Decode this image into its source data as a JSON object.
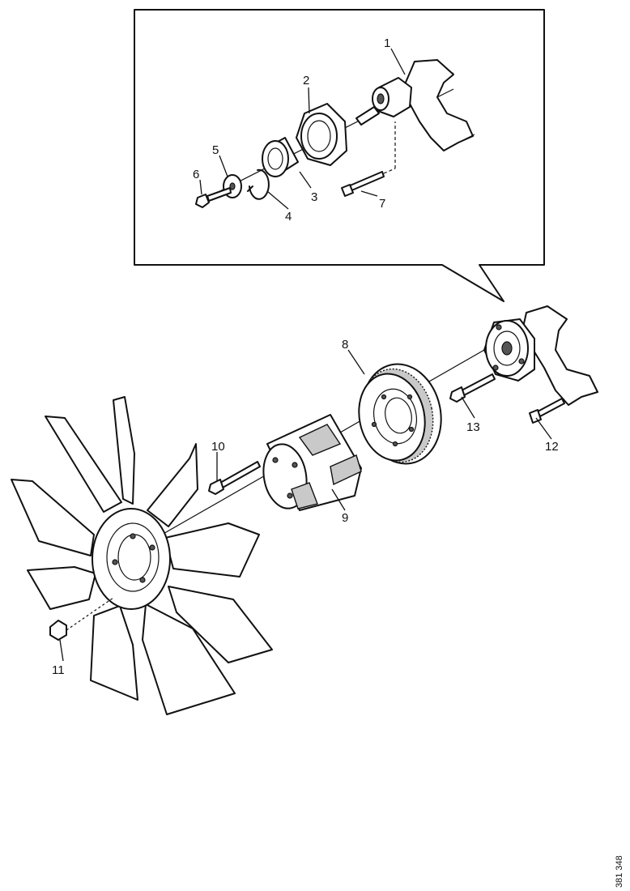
{
  "callouts": {
    "c1": "1",
    "c2": "2",
    "c3": "3",
    "c4": "4",
    "c5": "5",
    "c6": "6",
    "c7": "7",
    "c8": "8",
    "c9": "9",
    "c10": "10",
    "c11": "11",
    "c12": "12",
    "c13": "13"
  },
  "document_number": "381 348"
}
